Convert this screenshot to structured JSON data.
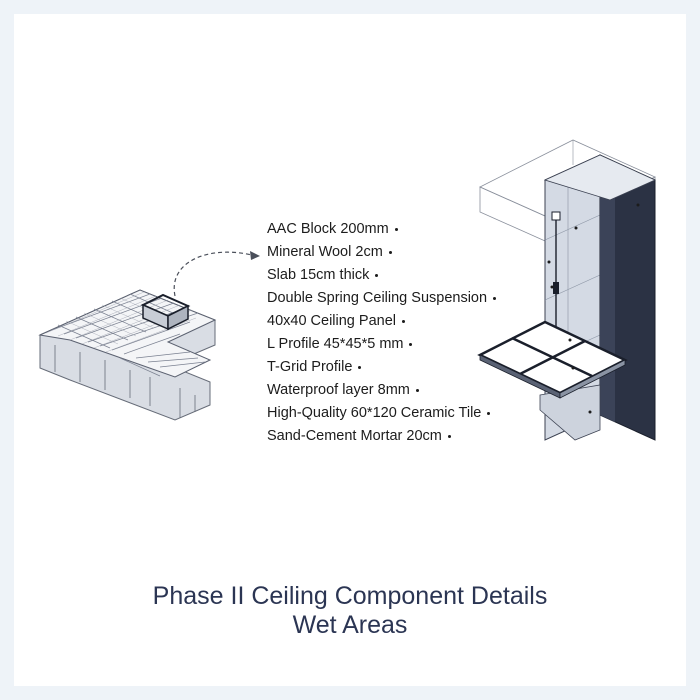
{
  "labels": [
    "AAC Block 200mm",
    "Mineral Wool 2cm",
    "Slab 15cm thick",
    "Double Spring Ceiling Suspension",
    "40x40 Ceiling Panel",
    "L Profile 45*45*5 mm",
    "T-Grid Profile",
    "Waterproof layer 8mm",
    "High-Quality 60*120 Ceramic Tile",
    "Sand-Cement Mortar 20cm"
  ],
  "caption": {
    "line1": "Phase II Ceiling Component Details",
    "line2": "Wet Areas"
  },
  "colors": {
    "frame": "#eef3f8",
    "caption": "#2b3553",
    "wall_dark": "#2b3244",
    "wall_mid": "#cfd6e2"
  }
}
